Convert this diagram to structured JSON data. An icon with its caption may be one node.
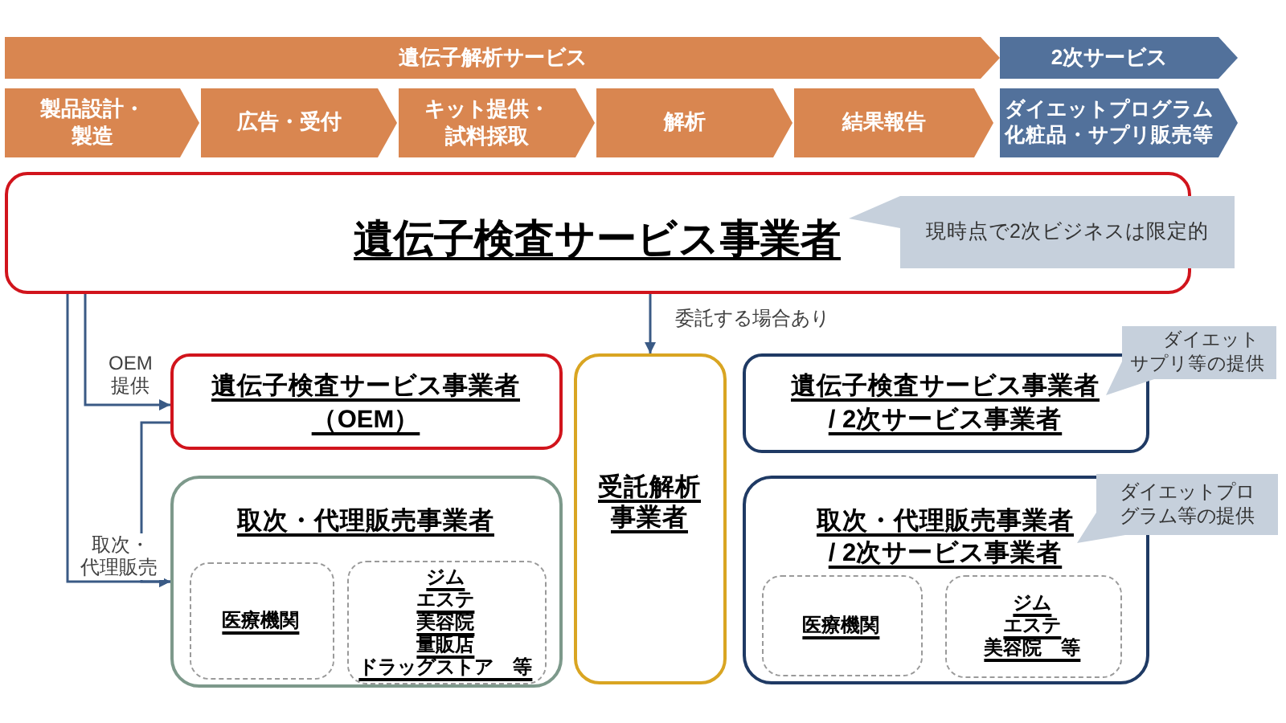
{
  "diagram": {
    "nodes": [
      {
        "text": [
          "遺伝子解析サービス"
        ]
      },
      {
        "text": [
          "2次サービス"
        ]
      },
      {
        "text": [
          "製品設計・製造"
        ]
      },
      {
        "text": [
          "広告・受付"
        ]
      },
      {
        "text": [
          "キット提供・試料採取"
        ]
      },
      {
        "text": [
          "解析"
        ]
      },
      {
        "text": [
          "結果報告"
        ]
      },
      {
        "text": [
          "ダイエットプログラム化粧品・サプリ販売等"
        ]
      },
      {
        "text": [
          "遺伝子検査サービス事業者"
        ]
      },
      {
        "text": [
          "現時点で2次ビジネスは限定的"
        ]
      },
      {
        "text": [
          "遺伝子検査サービス事業者",
          "（OEM）"
        ]
      },
      {
        "text": [
          "受託解析事業者"
        ]
      },
      {
        "text": [
          "遺伝子検査サービス事業者",
          "/ 2次サービス事業者"
        ]
      },
      {
        "text": [
          "ダイエットサプリ等の提供"
        ]
      },
      {
        "text": [
          "取次・代理販売事業者"
        ]
      },
      {
        "text": [
          "医療機関"
        ],
        "in": 14
      },
      {
        "text": [
          "ジム",
          "エステ",
          "美容院",
          "量販店",
          "ドラッグストア　等"
        ],
        "in": 14
      },
      {
        "text": [
          "取次・代理販売事業者",
          "/ 2次サービス事業者"
        ]
      },
      {
        "text": [
          "ダイエットプログラム等の提供"
        ]
      },
      {
        "text": [
          "医療機関"
        ],
        "in": 17
      },
      {
        "text": [
          "ジム",
          "エステ",
          "美容院　等"
        ],
        "in": 17
      }
    ],
    "edges": [
      {
        "from": 8,
        "to": 14,
        "arrow": "to",
        "label": "取次・代理販売"
      },
      {
        "from": 8,
        "to": 10,
        "arrow": "to",
        "label": "OEM提供"
      },
      {
        "from": 10,
        "to": 14,
        "arrow": "to"
      },
      {
        "from": 8,
        "to": 11,
        "arrow": "to",
        "label": "委託する場合あり"
      }
    ]
  }
}
